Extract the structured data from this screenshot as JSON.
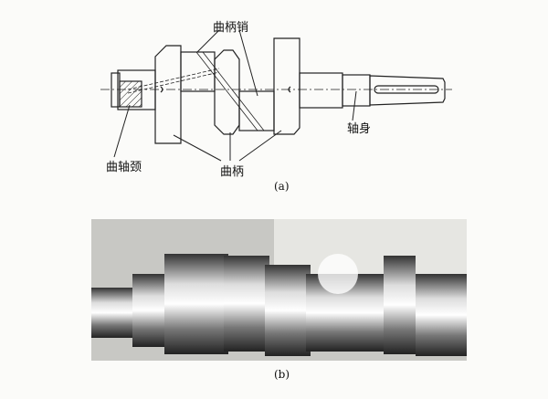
{
  "figure_a": {
    "labels": {
      "crank_pin": "曲柄销",
      "shaft_body": "轴身",
      "main_journal": "曲轴颈",
      "crank_web": "曲柄"
    },
    "caption": "(a)"
  },
  "figure_b": {
    "caption": "(b)"
  }
}
